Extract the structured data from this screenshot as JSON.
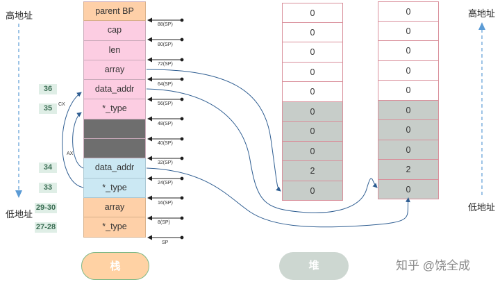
{
  "left_axis": {
    "top_label": "高地址",
    "bottom_label": "低地址"
  },
  "right_axis": {
    "top_label": "高地址",
    "bottom_label": "低地址"
  },
  "line_tags": [
    "36",
    "35",
    "34",
    "33",
    "29-30",
    "27-28"
  ],
  "registers": {
    "cx": "CX",
    "ax": "AX"
  },
  "stack": {
    "cells": [
      "parent BP",
      "cap",
      "len",
      "array",
      "data_addr",
      "*_type",
      "",
      "",
      "data_addr",
      "*_type",
      "array",
      "*_type"
    ],
    "offsets": [
      "88(SP)",
      "80(SP)",
      "72(SP)",
      "64(SP)",
      "56(SP)",
      "48(SP)",
      "40(SP)",
      "32(SP)",
      "24(SP)",
      "16(SP)",
      "8(SP)",
      "SP"
    ],
    "label": "栈"
  },
  "heap": {
    "label": "堆",
    "block_a": [
      "0",
      "0",
      "0",
      "0",
      "0",
      "0",
      "0",
      "0",
      "2",
      "0"
    ],
    "block_b": [
      "0",
      "0",
      "0",
      "0",
      "0",
      "0",
      "0",
      "0",
      "2",
      "0"
    ]
  },
  "watermark": "知乎 @饶全成"
}
